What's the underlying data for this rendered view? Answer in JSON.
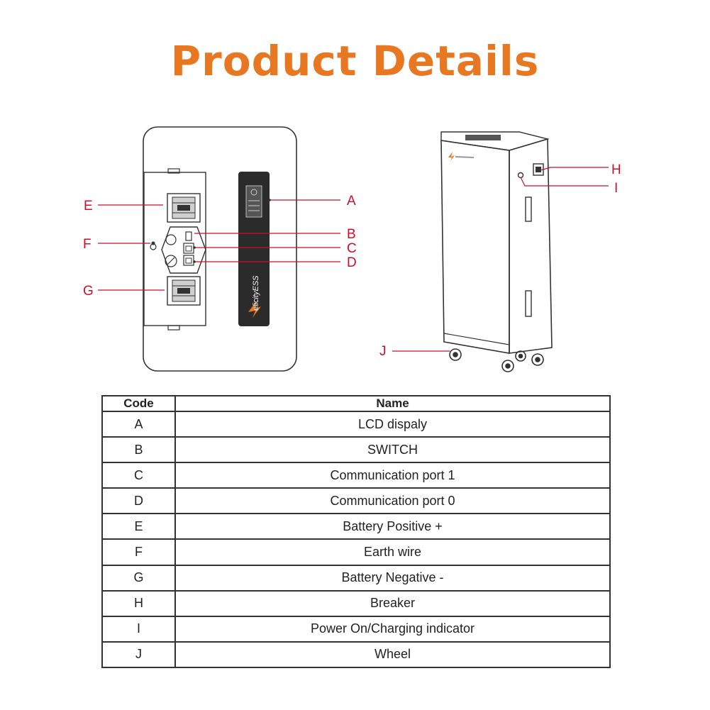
{
  "title": "Product Details",
  "colors": {
    "title": "#E87722",
    "callout": "#C8102E",
    "panel": "#2B2B2B"
  },
  "callouts": {
    "A": "A",
    "B": "B",
    "C": "C",
    "D": "D",
    "E": "E",
    "F": "F",
    "G": "G",
    "H": "H",
    "I": "I",
    "J": "J"
  },
  "brand_mark": "elicityESS",
  "table": {
    "headers": {
      "code": "Code",
      "name": "Name"
    },
    "rows": [
      {
        "code": "A",
        "name": "LCD dispaly"
      },
      {
        "code": "B",
        "name": "SWITCH"
      },
      {
        "code": "C",
        "name": "Communication port  1"
      },
      {
        "code": "D",
        "name": "Communication port  0"
      },
      {
        "code": "E",
        "name": "Battery Positive +"
      },
      {
        "code": "F",
        "name": "Earth wire"
      },
      {
        "code": "G",
        "name": "Battery Negative -"
      },
      {
        "code": "H",
        "name": "Breaker"
      },
      {
        "code": "I",
        "name": "Power On/Charging indicator"
      },
      {
        "code": "J",
        "name": "Wheel"
      }
    ]
  }
}
